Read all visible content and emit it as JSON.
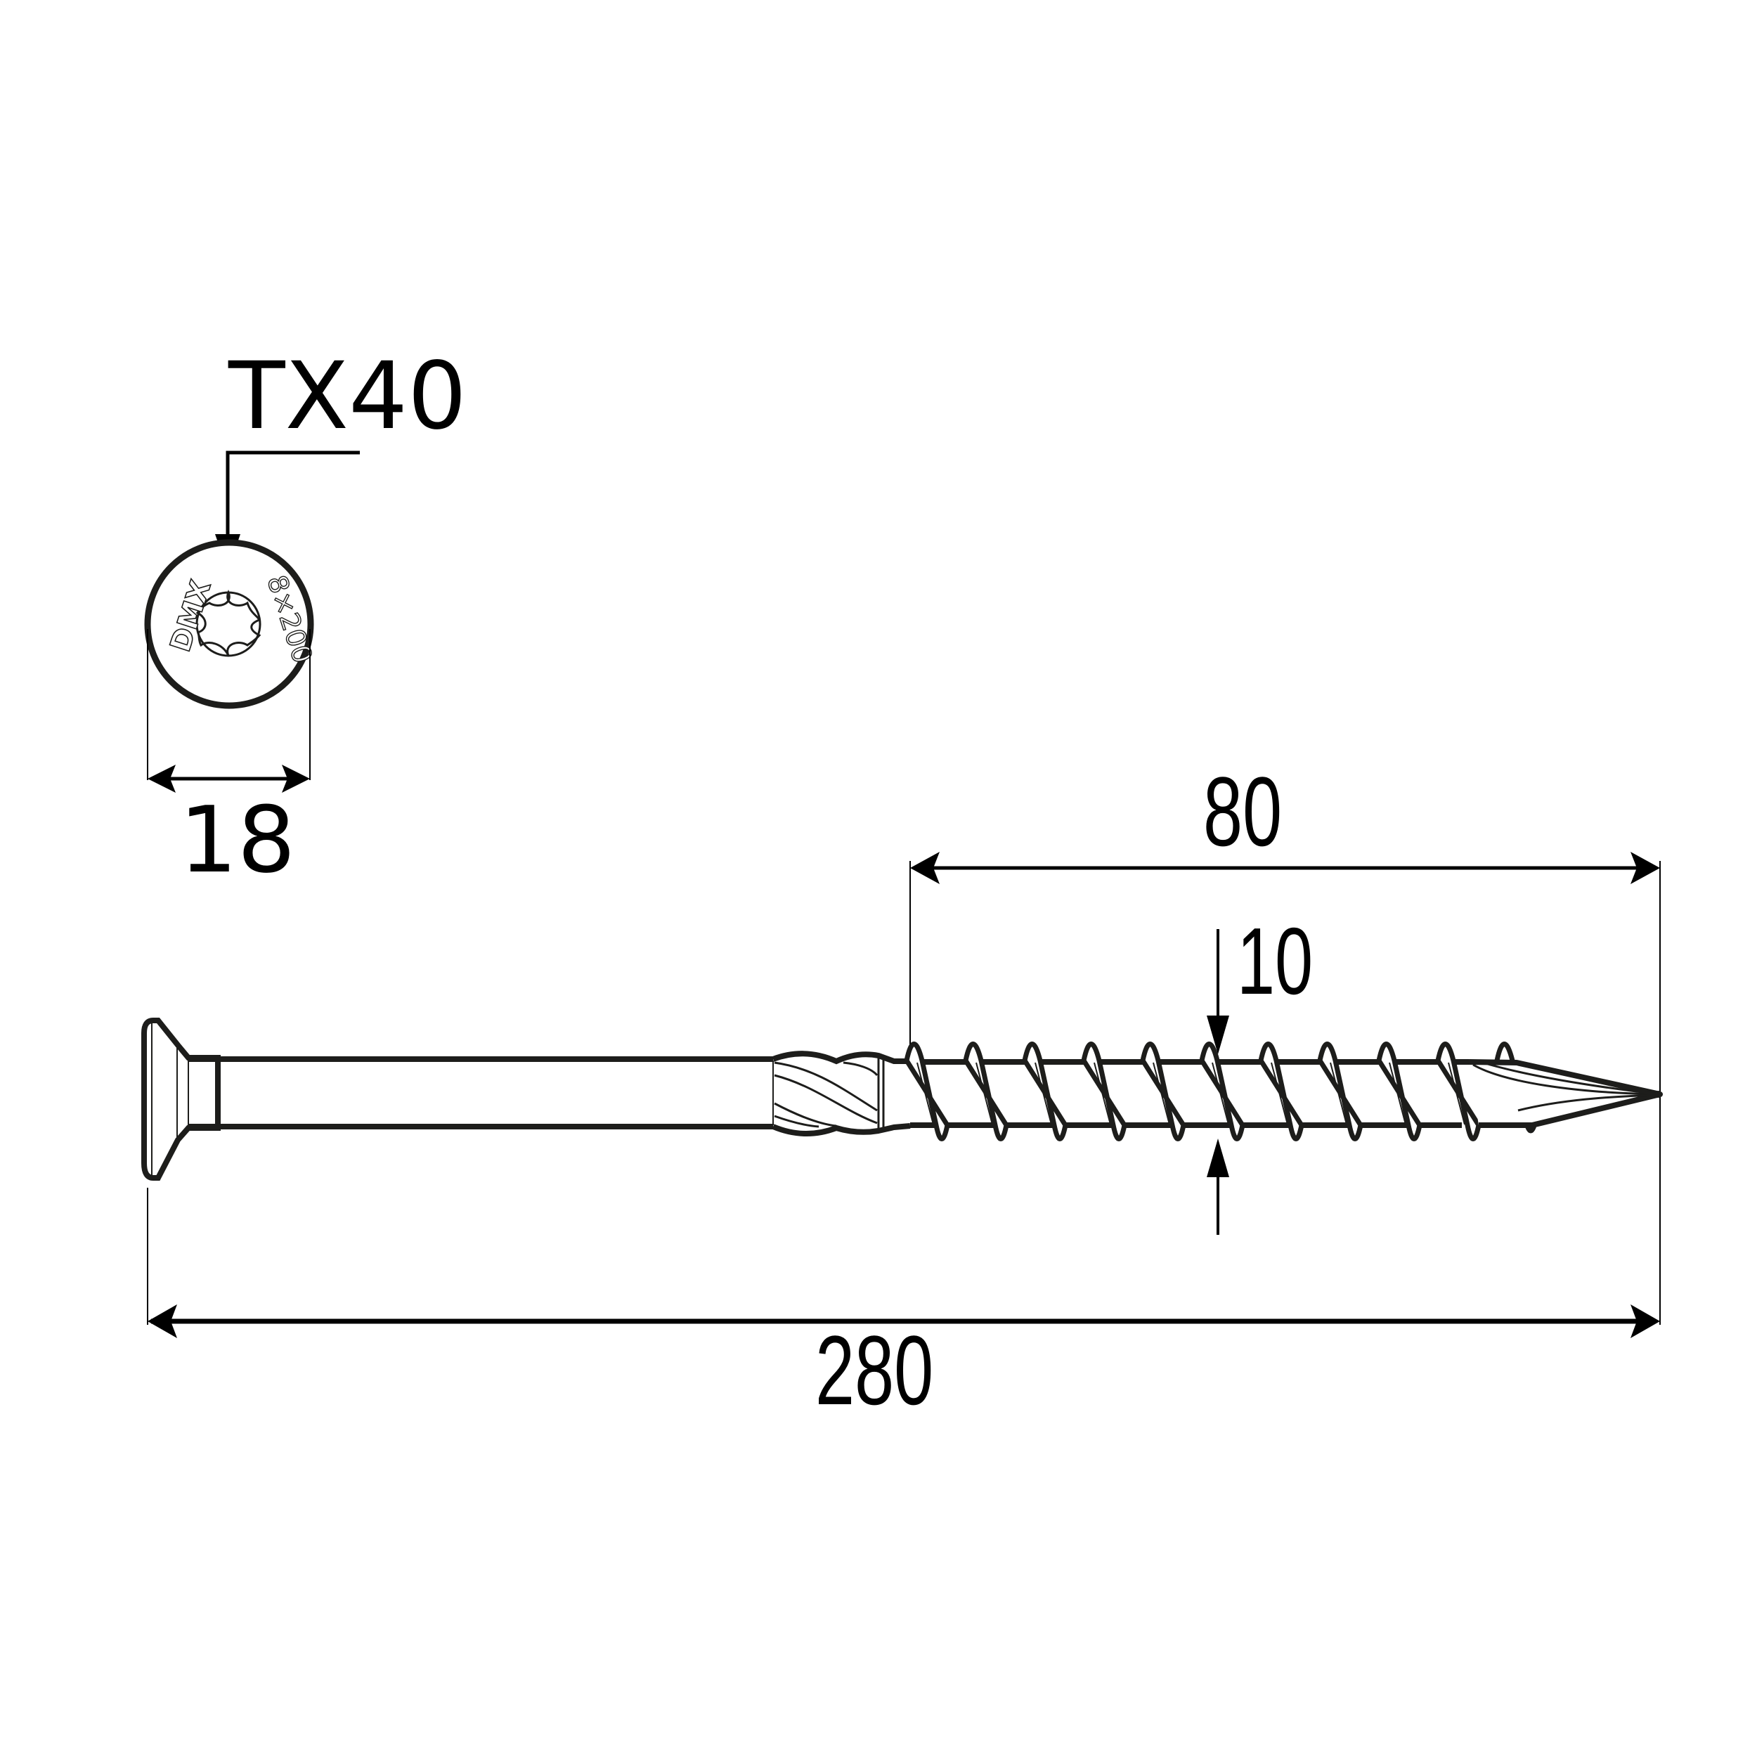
{
  "drawing": {
    "subject": "countersunk wood screw technical drawing",
    "colors": {
      "line": "#1d1d1b",
      "background": "#ffffff"
    }
  },
  "head_view": {
    "drive_label": "TX40",
    "head_marking_left": "DMX",
    "head_marking_right": "8x200",
    "head_diameter_label": "18"
  },
  "side_view": {
    "thread_length_label": "80",
    "thread_diameter_label": "10",
    "total_length_label": "280"
  }
}
